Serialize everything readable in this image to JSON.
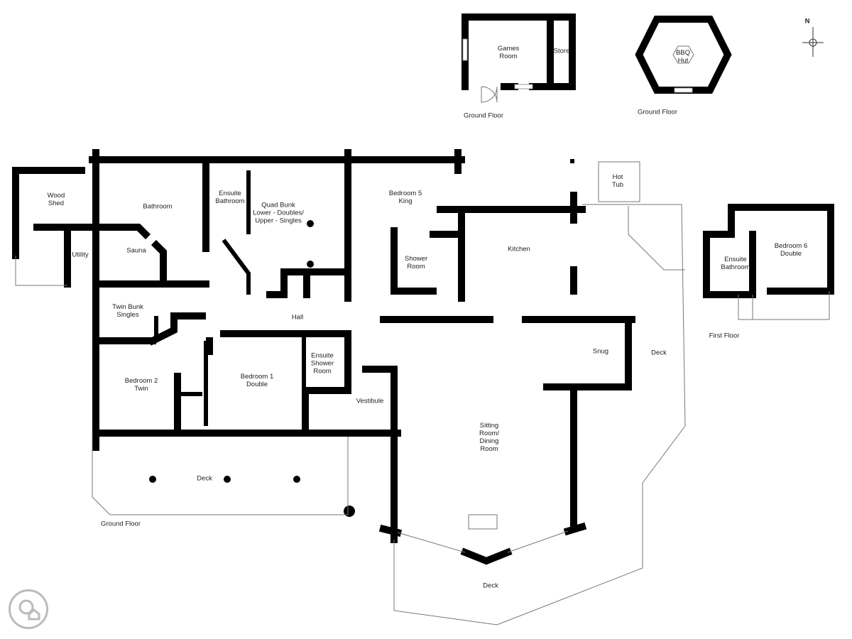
{
  "outbuildings": {
    "games_room": "Games\nRoom",
    "store": "Store",
    "games_floor": "Ground Floor",
    "bbq_hut": "BBQ\nHut",
    "bbq_floor": "Ground Floor",
    "compass": "N"
  },
  "main": {
    "wood_shed": "Wood\nShed",
    "bathroom": "Bathroom",
    "ensuite_bathroom": "Ensuite\nBathroom",
    "quad_bunk": "Quad Bunk\nLower - Doubles/\nUpper - Singles",
    "bedroom5": "Bedroom 5\nKing",
    "hot_tub": "Hot\nTub",
    "kitchen": "Kitchen",
    "utility": "Utility",
    "sauna": "Sauna",
    "shower_room": "Shower\nRoom",
    "twin_bunk": "Twin Bunk\nSingles",
    "hall": "Hall",
    "bedroom2": "Bedroom 2\nTwin",
    "bedroom1": "Bedroom 1\nDouble",
    "ensuite_shower": "Ensuite\nShower\nRoom",
    "vestibule": "Vestibule",
    "snug": "Snug",
    "deck_east": "Deck",
    "sitting_room": "Sitting\nRoom/\nDining\nRoom",
    "deck_front": "Deck",
    "ground_floor": "Ground Floor",
    "deck_south": "Deck"
  },
  "first_floor": {
    "bedroom6": "Bedroom 6\nDouble",
    "ensuite_bathroom": "Ensuite\nBathroom",
    "label": "First Floor"
  }
}
